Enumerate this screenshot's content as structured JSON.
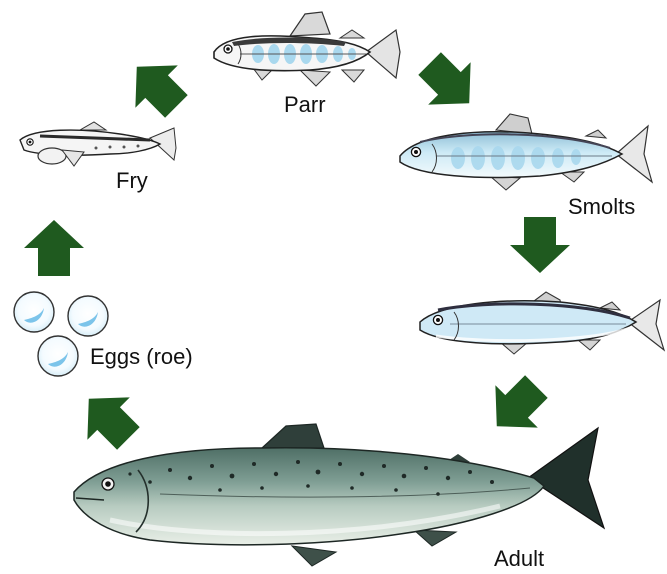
{
  "stages": {
    "parr": "Parr",
    "fry": "Fry",
    "smolts": "Smolts",
    "eggs": "Eggs (roe)",
    "adult": "Adult"
  },
  "colors": {
    "arrow": "#1f5a1f",
    "parr_marks": "#a9d8ee",
    "smolt_body": "#c7e8f5",
    "adult_body": "#9cb6a9",
    "adult_back": "#5f7f75",
    "egg_fill": "#7cc4ea"
  }
}
